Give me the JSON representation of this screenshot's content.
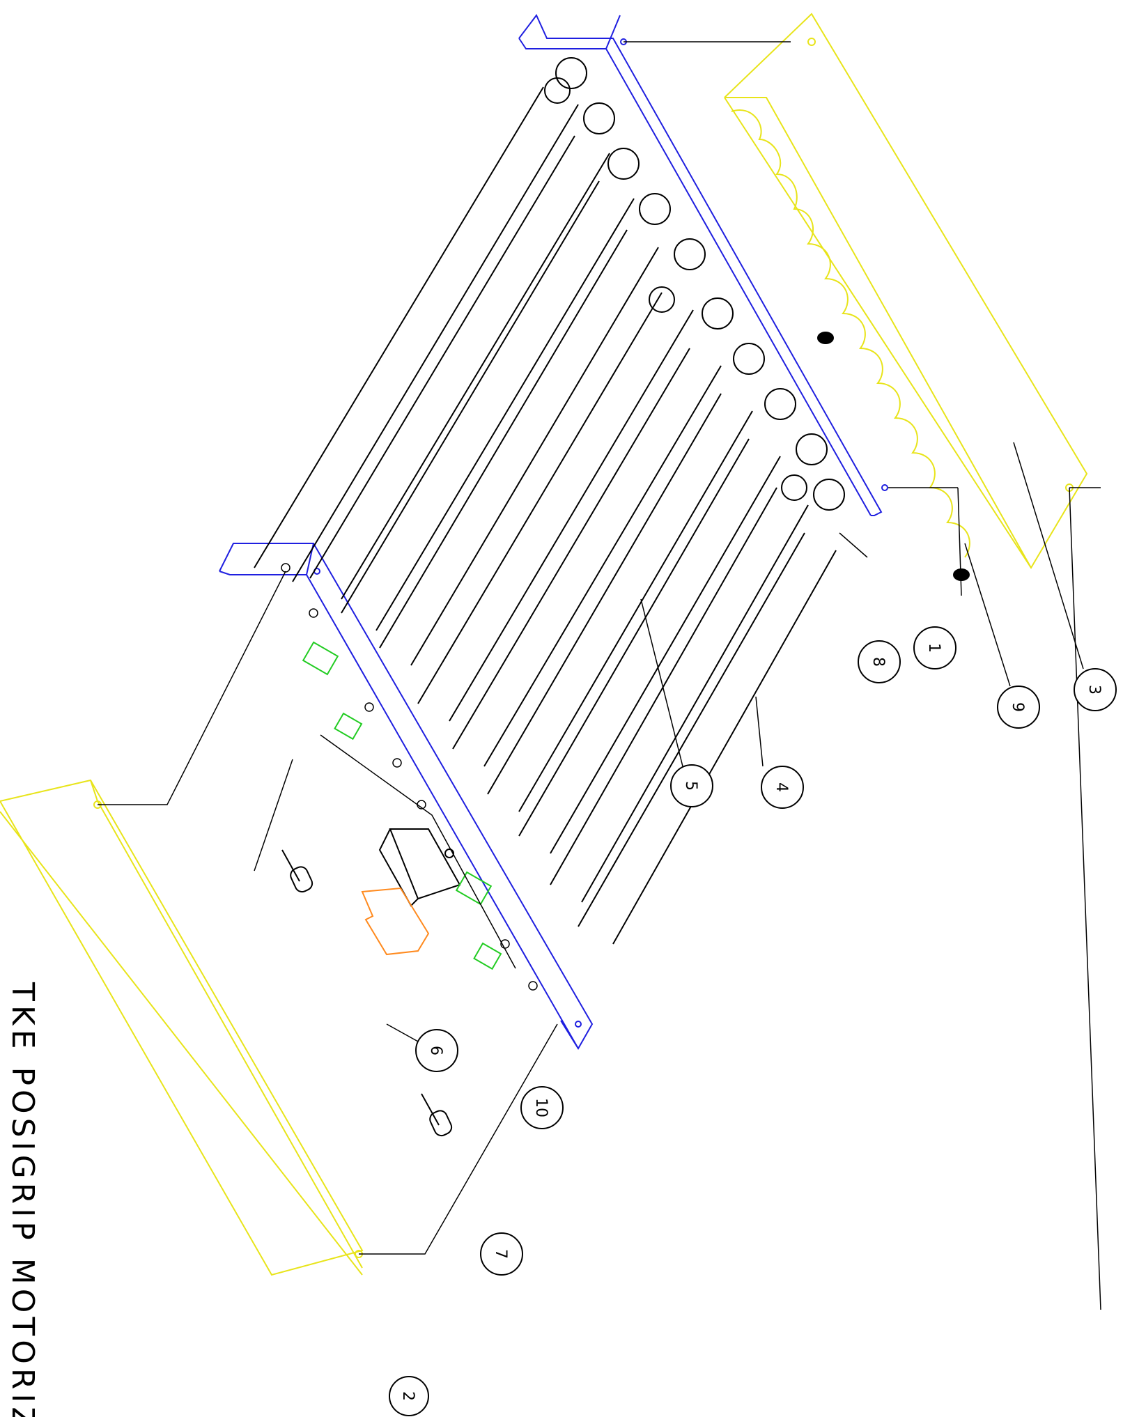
{
  "drawing": {
    "title": "TKE POSIGRIP MOTORIZ",
    "colors": {
      "line": "#000000",
      "frame": "#1f1fe0",
      "cover": "#e8e41a",
      "bracket": "#22cc22",
      "motor_mount": "#ff8a1e"
    },
    "callouts": [
      {
        "id": "1",
        "label": "1"
      },
      {
        "id": "2",
        "label": "2"
      },
      {
        "id": "3",
        "label": "3"
      },
      {
        "id": "4",
        "label": "4"
      },
      {
        "id": "5",
        "label": "5"
      },
      {
        "id": "6",
        "label": "6"
      },
      {
        "id": "7",
        "label": "7"
      },
      {
        "id": "8",
        "label": "8"
      },
      {
        "id": "9",
        "label": "9"
      },
      {
        "id": "10",
        "label": "10"
      }
    ]
  }
}
